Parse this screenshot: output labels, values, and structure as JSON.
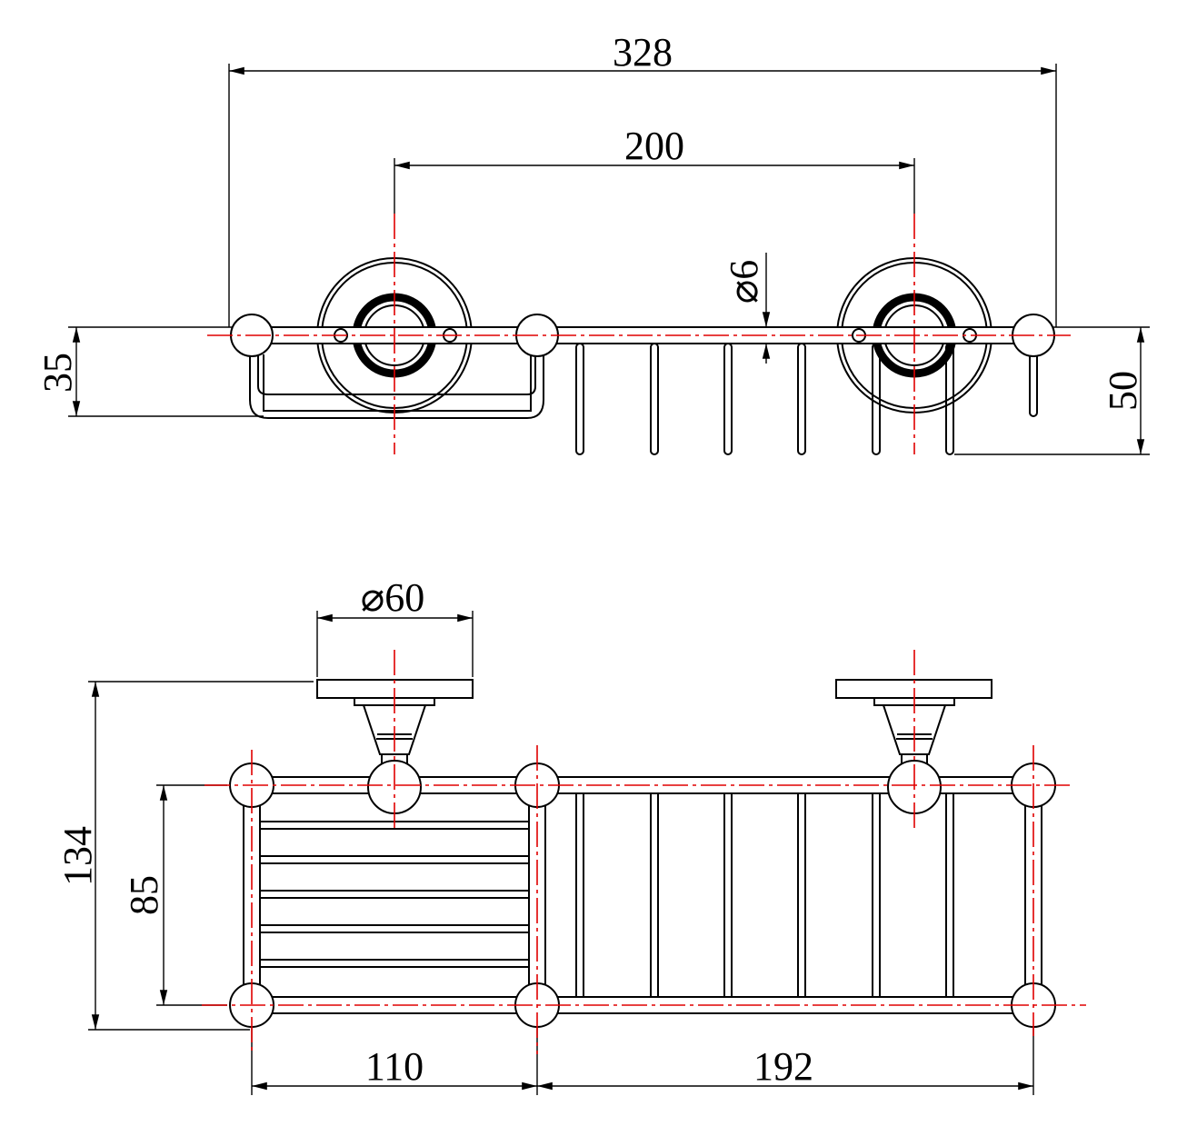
{
  "top_view": {
    "overall_width": "328",
    "mount_spacing": "200",
    "wire_diameter": "⌀6",
    "rail_depth": "35",
    "basket_depth": "50"
  },
  "front_view": {
    "plate_diameter": "⌀60",
    "total_height": "134",
    "frame_height": "85",
    "left_section_width": "110",
    "right_section_width": "192"
  },
  "colors": {
    "centerline": "#e00000",
    "line": "#000000"
  }
}
